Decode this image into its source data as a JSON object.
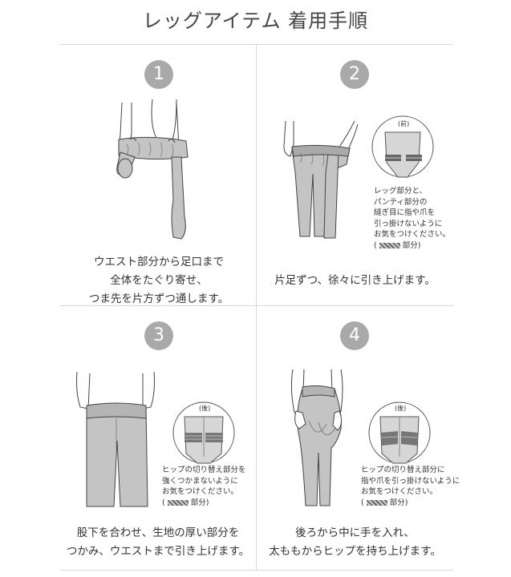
{
  "title": "レッグアイテム 着用手順",
  "steps": [
    {
      "number": "1",
      "caption_lines": [
        "ウエスト部分から足口まで",
        "全体をたぐり寄せ、",
        "つま先を片方ずつ通します。"
      ]
    },
    {
      "number": "2",
      "caption_lines": [
        "片足ずつ、徐々に引き上げます。"
      ],
      "inset_label": "(前)",
      "note_lines": [
        "レッグ部分と、",
        "パンティ部分の",
        "縫ぎ目に指や爪を",
        "引っ掛けないように",
        "お気をつけください。"
      ],
      "legend_open": "(",
      "legend_text": "部分)"
    },
    {
      "number": "3",
      "caption_lines": [
        "股下を合わせ、生地の厚い部分を",
        "つかみ、ウエストまで引き上げます。"
      ],
      "inset_label": "(後)",
      "note_lines": [
        "ヒップの切り替え部分を",
        "強くつかまないように",
        "お気をつけください。"
      ],
      "legend_open": "(",
      "legend_text": "部分)"
    },
    {
      "number": "4",
      "caption_lines": [
        "後ろから中に手を入れ、",
        "太ももからヒップを持ち上げます。"
      ],
      "inset_label": "(後)",
      "note_lines": [
        "ヒップの切り替え部分に",
        "指や爪を引っ掛けないように",
        "お気をつけください。"
      ],
      "legend_open": "(",
      "legend_text": "部分)"
    }
  ],
  "colors": {
    "badge": "#a9a9a9",
    "fabric": "#c4c4c4",
    "divider": "#d8d8d8"
  }
}
